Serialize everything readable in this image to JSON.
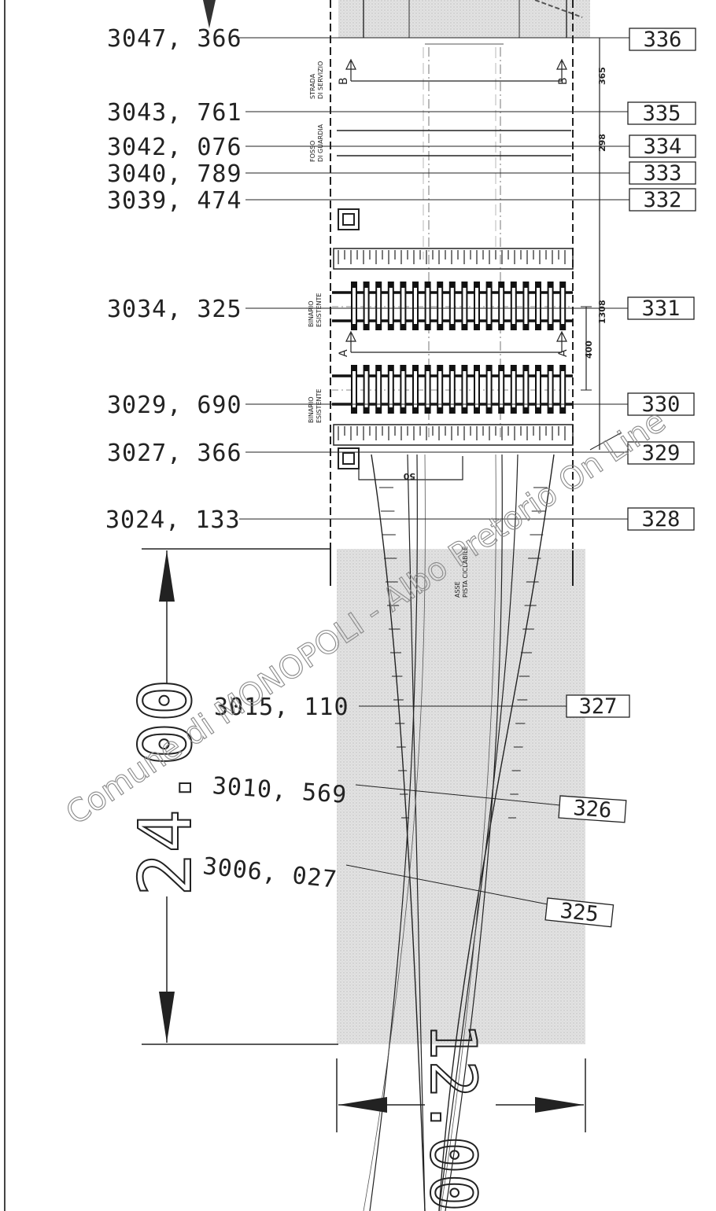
{
  "sections": [
    {
      "id": "336",
      "elevation": "3047, 366"
    },
    {
      "id": "335",
      "elevation": "3043, 761"
    },
    {
      "id": "334",
      "elevation": "3042, 076"
    },
    {
      "id": "333",
      "elevation": "3040, 789"
    },
    {
      "id": "332",
      "elevation": "3039, 474"
    },
    {
      "id": "331",
      "elevation": "3034, 325"
    },
    {
      "id": "330",
      "elevation": "3029, 690"
    },
    {
      "id": "329",
      "elevation": "3027, 366"
    },
    {
      "id": "328",
      "elevation": "3024, 133"
    },
    {
      "id": "327",
      "elevation": "3015, 110"
    },
    {
      "id": "326",
      "elevation": "3010, 569"
    },
    {
      "id": "325",
      "elevation": "3006, 027"
    }
  ],
  "labels": {
    "strada": [
      "STRADA",
      "DI SERVIZIO"
    ],
    "fosso": [
      "FOSSO",
      "DI GUARDIA"
    ],
    "binario1": [
      "BINARIO",
      "ESISTENTE"
    ],
    "binario2": [
      "BINARIO",
      "ESISTENTE"
    ],
    "asse": [
      "ASSE",
      "PISTA CICLABILE"
    ],
    "section_a": "A",
    "section_b": "B"
  },
  "dimensions": {
    "d365": "365",
    "d298": "298",
    "d1308": "1308",
    "d400": "400",
    "d50": "50",
    "total_length": "24.00",
    "total_width": "12.00"
  },
  "watermark": "Comune di MONOPOLI - Albo Pretorio On Line",
  "colors": {
    "ink": "#222222",
    "shade": "#d6d6d6",
    "watermark": "#8a8a8a"
  }
}
